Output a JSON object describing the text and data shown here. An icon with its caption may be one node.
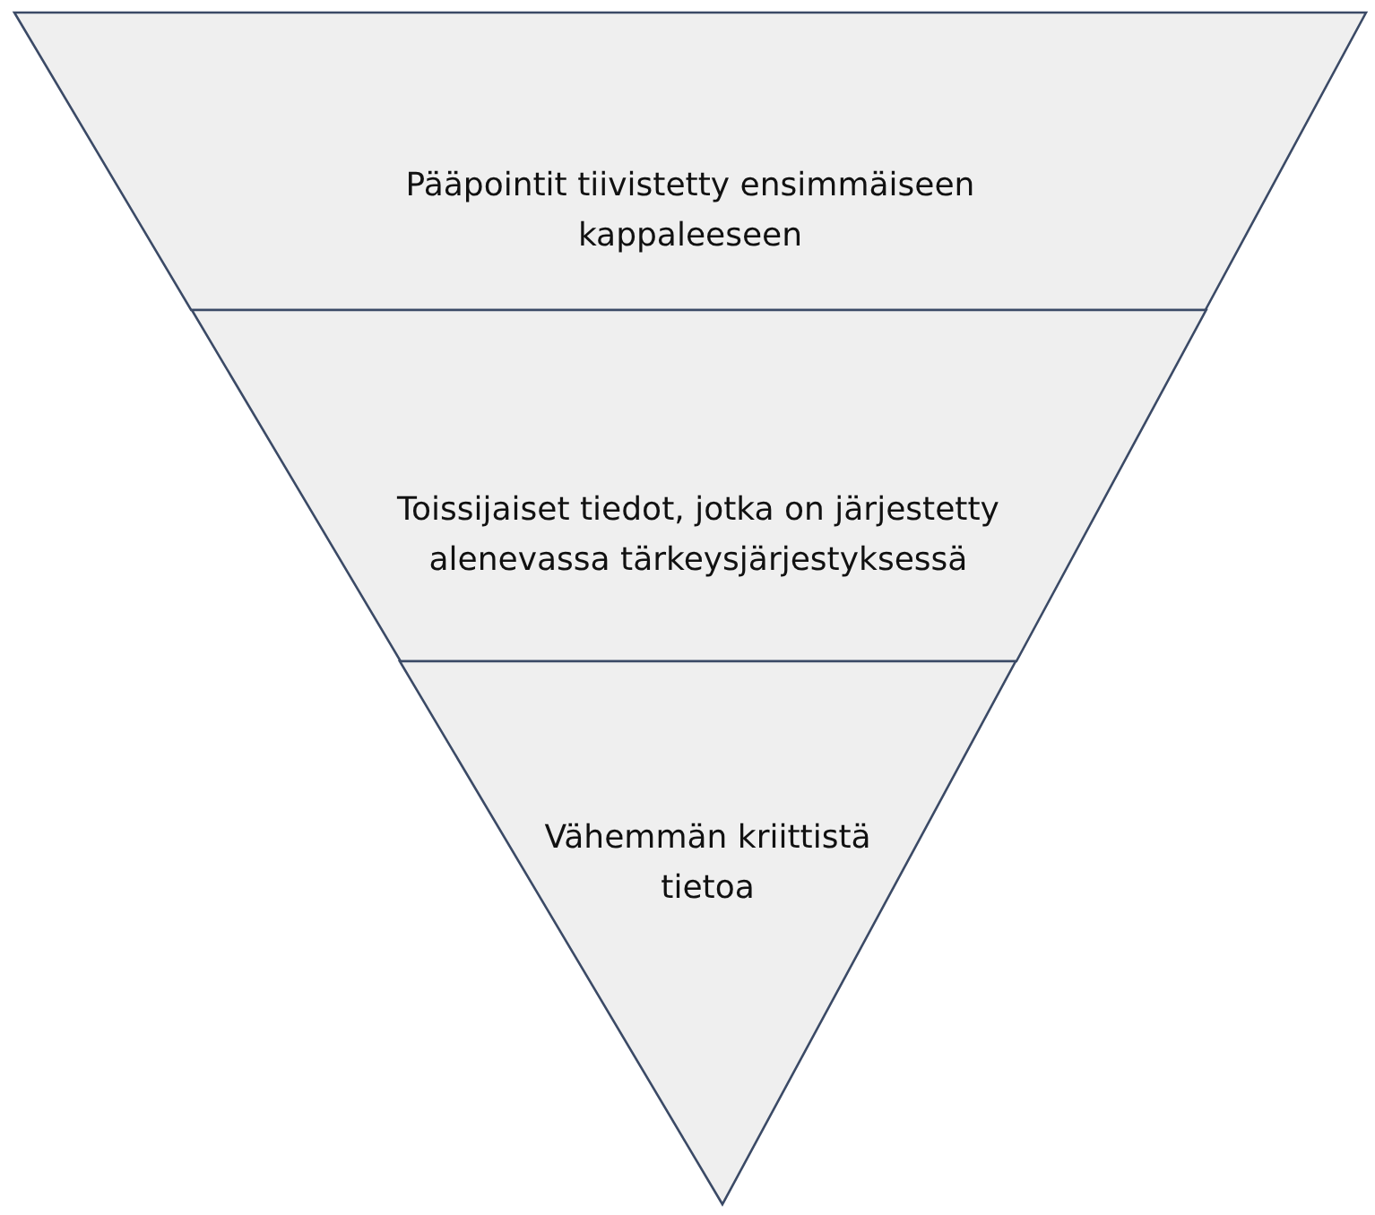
{
  "diagram": {
    "nodes": [
      {
        "text": [
          "Pääpointit tiivistetty ensimmäiseen kappaleeseen"
        ]
      },
      {
        "text": [
          "Toissijaiset tiedot, jotka on järjestetty alenevassa tärkeysjärjestyksessä"
        ]
      },
      {
        "text": [
          "Vähemmän kriittistä tietoa"
        ]
      }
    ]
  }
}
